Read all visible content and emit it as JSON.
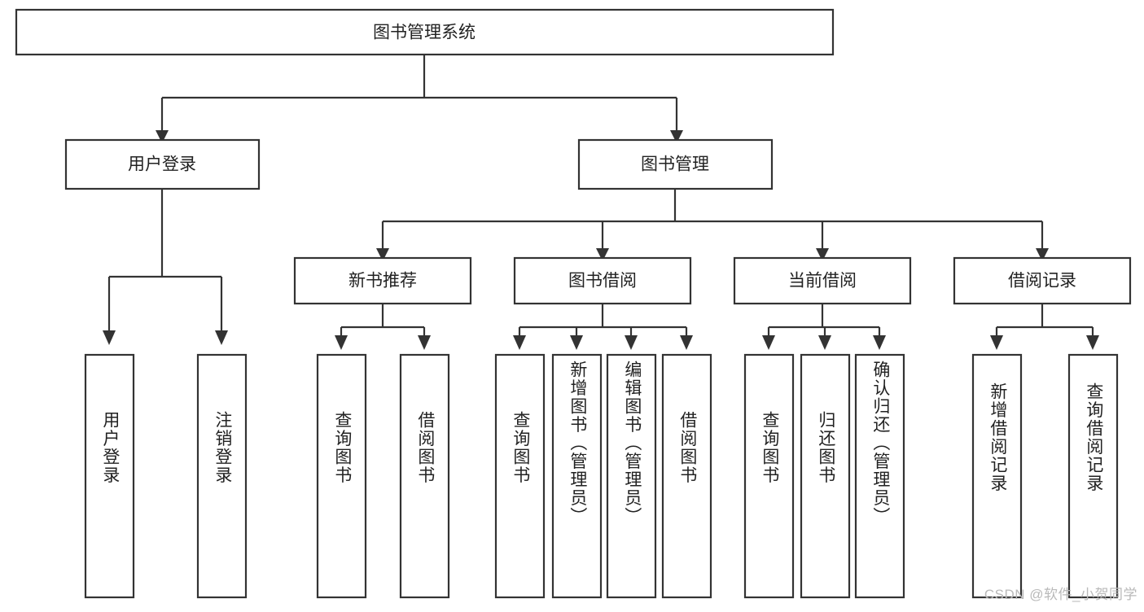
{
  "diagram": {
    "type": "tree-hierarchy",
    "title_node": {
      "id": "root",
      "label": "图书管理系统"
    },
    "level2": [
      {
        "id": "user-login",
        "label": "用户登录"
      },
      {
        "id": "book-manage",
        "label": "图书管理"
      }
    ],
    "level3": [
      {
        "id": "new-book-rec",
        "label": "新书推荐",
        "parent": "book-manage"
      },
      {
        "id": "book-borrow",
        "label": "图书借阅",
        "parent": "book-manage"
      },
      {
        "id": "current-borrow",
        "label": "当前借阅",
        "parent": "book-manage"
      },
      {
        "id": "borrow-record",
        "label": "借阅记录",
        "parent": "book-manage"
      }
    ],
    "leaves": [
      {
        "id": "leaf-user-login",
        "label": "用户登录",
        "parent": "user-login"
      },
      {
        "id": "leaf-logout-login",
        "label": "注销登录",
        "parent": "user-login"
      },
      {
        "id": "leaf-query-book-1",
        "label": "查询图书",
        "parent": "new-book-rec"
      },
      {
        "id": "leaf-borrow-book-1",
        "label": "借阅图书",
        "parent": "new-book-rec"
      },
      {
        "id": "leaf-query-book-2",
        "label": "查询图书",
        "parent": "book-borrow"
      },
      {
        "id": "leaf-add-book",
        "label": "新增图书（管理员）",
        "parent": "book-borrow"
      },
      {
        "id": "leaf-edit-book",
        "label": "编辑图书（管理员）",
        "parent": "book-borrow"
      },
      {
        "id": "leaf-borrow-book-2",
        "label": "借阅图书",
        "parent": "book-borrow"
      },
      {
        "id": "leaf-query-book-3",
        "label": "查询图书",
        "parent": "current-borrow"
      },
      {
        "id": "leaf-return-book",
        "label": "归还图书",
        "parent": "current-borrow"
      },
      {
        "id": "leaf-confirm-return",
        "label": "确认归还（管理员）",
        "parent": "current-borrow"
      },
      {
        "id": "leaf-add-record",
        "label": "新增借阅记录",
        "parent": "borrow-record"
      },
      {
        "id": "leaf-query-record",
        "label": "查询借阅记录",
        "parent": "borrow-record"
      }
    ],
    "colors": {
      "stroke": "#333333",
      "fill": "#ffffff",
      "text": "#222222",
      "watermark": "#b9b9b9"
    }
  },
  "watermark": {
    "text": "CSDN @软件_小贺同学"
  }
}
